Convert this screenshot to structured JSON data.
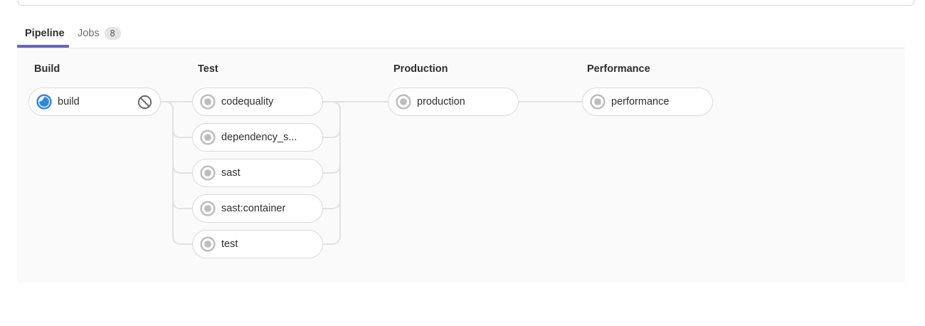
{
  "tabs": {
    "pipeline_label": "Pipeline",
    "jobs_label": "Jobs",
    "jobs_count": "8"
  },
  "stages": [
    {
      "title": "Build",
      "jobs": [
        {
          "name": "build",
          "status": "running",
          "cancelable": true
        }
      ]
    },
    {
      "title": "Test",
      "jobs": [
        {
          "name": "codequality",
          "status": "created"
        },
        {
          "name": "dependency_s...",
          "status": "created"
        },
        {
          "name": "sast",
          "status": "created"
        },
        {
          "name": "sast:container",
          "status": "created"
        },
        {
          "name": "test",
          "status": "created"
        }
      ]
    },
    {
      "title": "Production",
      "jobs": [
        {
          "name": "production",
          "status": "created"
        }
      ]
    },
    {
      "title": "Performance",
      "jobs": [
        {
          "name": "performance",
          "status": "created"
        }
      ]
    }
  ],
  "colors": {
    "running_blue": "#2e87e0",
    "created_gray": "#bdbdbd",
    "cancel_gray": "#666666",
    "connector": "#e1e1e1",
    "tab_active_indicator": "#6666c4",
    "graph_background": "#fafafa"
  }
}
